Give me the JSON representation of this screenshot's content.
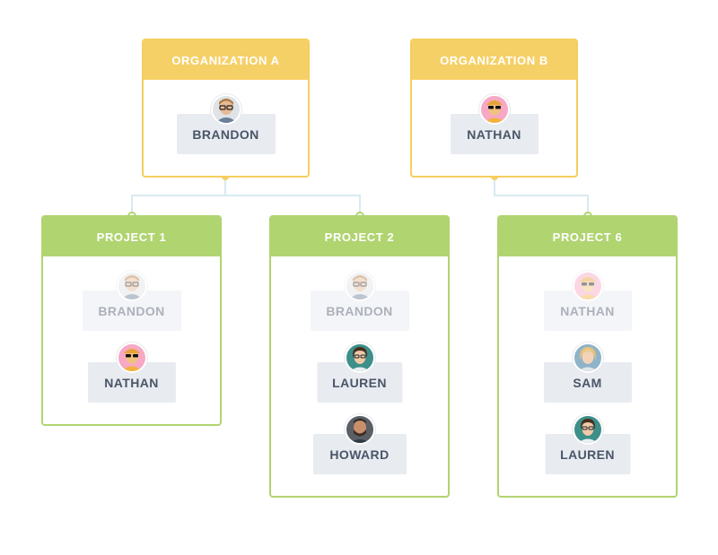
{
  "organizations": [
    {
      "title": "ORGANIZATION A",
      "members": [
        {
          "name": "BRANDON",
          "avatar": "brandon-avatar"
        }
      ]
    },
    {
      "title": "ORGANIZATION B",
      "members": [
        {
          "name": "NATHAN",
          "avatar": "nathan-avatar"
        }
      ]
    }
  ],
  "projects": [
    {
      "title": "PROJECT 1",
      "members": [
        {
          "name": "BRANDON",
          "avatar": "brandon-avatar",
          "inherited": true
        },
        {
          "name": "NATHAN",
          "avatar": "nathan-avatar",
          "inherited": false
        }
      ]
    },
    {
      "title": "PROJECT 2",
      "members": [
        {
          "name": "BRANDON",
          "avatar": "brandon-avatar",
          "inherited": true
        },
        {
          "name": "LAUREN",
          "avatar": "lauren-avatar",
          "inherited": false
        },
        {
          "name": "HOWARD",
          "avatar": "howard-avatar",
          "inherited": false
        }
      ]
    },
    {
      "title": "PROJECT 6",
      "members": [
        {
          "name": "NATHAN",
          "avatar": "nathan-avatar",
          "inherited": true
        },
        {
          "name": "SAM",
          "avatar": "sam-avatar",
          "inherited": false
        },
        {
          "name": "LAUREN",
          "avatar": "lauren-avatar",
          "inherited": false
        }
      ]
    }
  ],
  "colors": {
    "organization": "#f5d067",
    "project": "#b0d470",
    "connector": "#d7ebf0",
    "chip": "#e8ebf0",
    "chip_text": "#4a5568"
  }
}
